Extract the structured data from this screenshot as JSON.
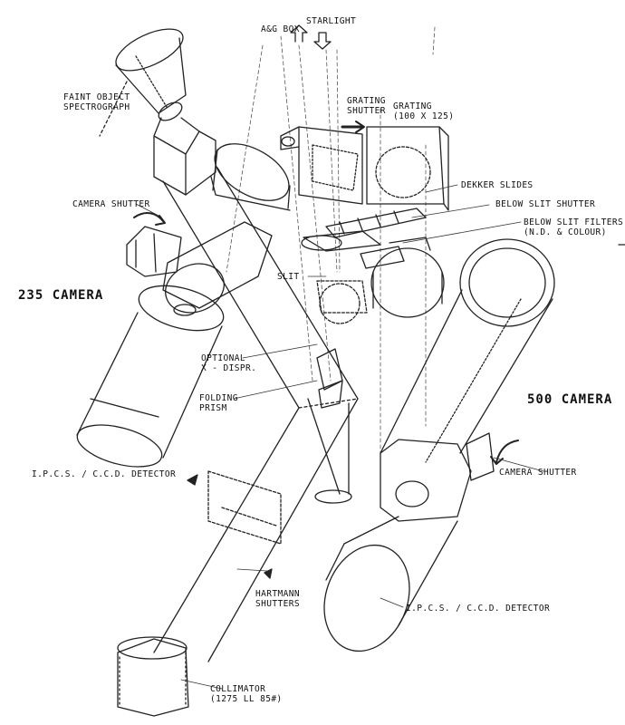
{
  "labels": {
    "ag_box": "A&G BOX",
    "starlight": "STARLIGHT",
    "grating_shutter": [
      "GRATING",
      "SHUTTER"
    ],
    "grating": [
      "GRATING",
      "(100 x 125)"
    ],
    "faint_object": [
      "FAINT OBJECT",
      "SPECTROGRAPH"
    ],
    "dekker_slides": "DEKKER SLIDES",
    "below_slit_shutter": "BELOW SLIT SHUTTER",
    "below_slit_filters": [
      "BELOW SLIT FILTERS",
      "(N.D. & COLOUR)"
    ],
    "camera_shutter_left": "CAMERA SHUTTER",
    "camera_235": "235 CAMERA",
    "slit": "SLIT",
    "optional_xdispr": [
      "OPTIONAL",
      "X - DISPR."
    ],
    "folding_prism": [
      "FOLDING",
      "PRISM"
    ],
    "camera_500": "500 CAMERA",
    "ipcs_ccd_left": "I.P.C.S. / C.C.D. DETECTOR",
    "camera_shutter_right": "CAMERA SHUTTER",
    "hartmann": [
      "HARTMANN",
      "SHUTTERS"
    ],
    "ipcs_ccd_right": "I.P.C.S. / C.C.D. DETECTOR",
    "collimator": [
      "COLLIMATOR",
      "(1275 LL 85#)"
    ]
  }
}
